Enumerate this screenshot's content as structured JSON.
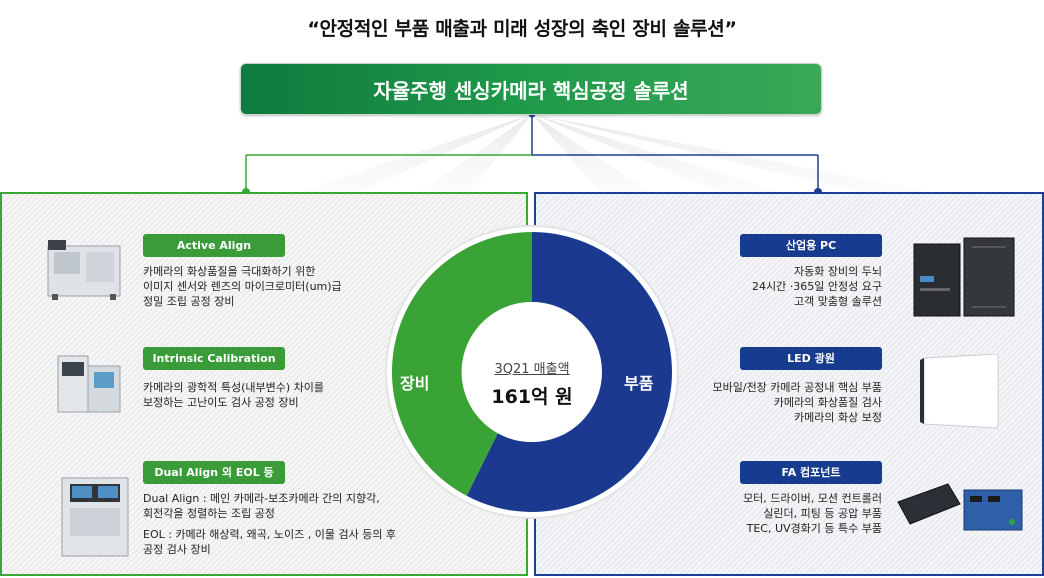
{
  "headline": "“안정적인 부품 매출과 미래 성장의 축인 장비 솔루션”",
  "banner": "자율주행 센싱카메라 핵심공정  솔루션",
  "center": {
    "title": "3Q21 매출액",
    "value": "161억 원"
  },
  "donut": {
    "segments": [
      {
        "label": "장비",
        "color": "#3aa335"
      },
      {
        "label": "부품",
        "color": "#1b3a8f"
      }
    ]
  },
  "equipment": [
    {
      "title": "Active Align",
      "lines": [
        "카메라의 화상품질을 극대화하기 위한",
        "이미지 센서와 렌즈의 마이크로미터(um)급",
        "정밀 조립 공정 장비"
      ]
    },
    {
      "title": "Intrinsic Calibration",
      "lines": [
        "카메라의 광학적 특성(내부변수) 차이를",
        "보정하는 고난이도 검사 공정 장비"
      ]
    },
    {
      "title": "Dual Align 외 EOL 등",
      "lines": [
        "Dual Align : 메인 카메라-보조카메라 간의 지향각,",
        "회전각을 정렬하는 조립 공정",
        "EOL : 카메라 해상력, 왜곡, 노이즈 , 이물 검사 등의 후",
        "공정 검사 장비"
      ]
    }
  ],
  "parts": [
    {
      "title": "산업용 PC",
      "lines": [
        "자동화 장비의 두뇌",
        "24시간 ·365일 안정성 요구",
        "고객 맞춤형 솔루션"
      ]
    },
    {
      "title": "LED 광원",
      "lines": [
        "모바일/전장 카메라  공정내 핵심 부품",
        "카메라의 화상품질 검사",
        "카메라의 화상 보정"
      ]
    },
    {
      "title": "FA 컴포넌트",
      "lines": [
        "모터, 드라이버, 모션 컨트롤러",
        "실린더, 피팅 등 공압 부품",
        "TEC, UV경화기 등 특수 부품"
      ]
    }
  ]
}
